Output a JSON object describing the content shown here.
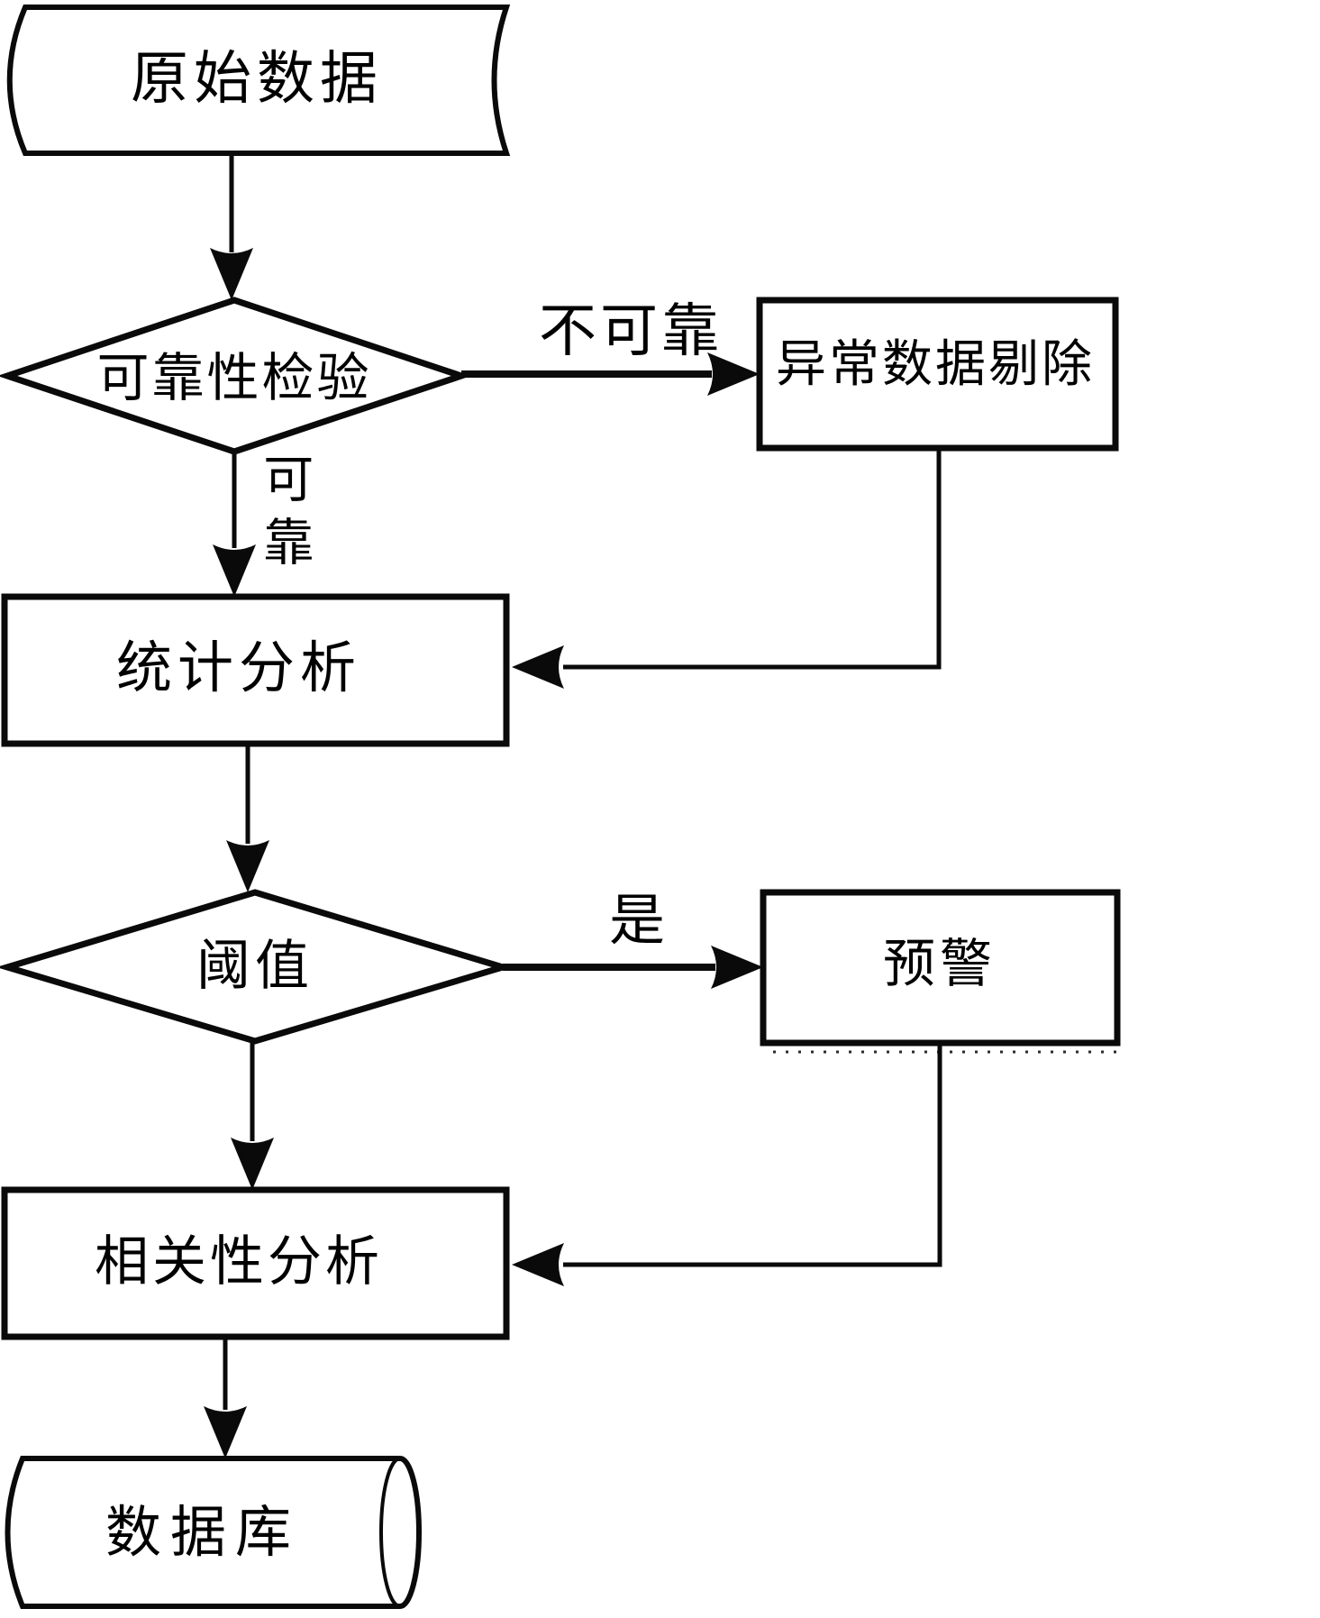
{
  "figure": {
    "kind": "flowchart",
    "background_color": "#ffffff",
    "line_color": "#0a0a0a",
    "nodes": {
      "raw_data": {
        "label": "原始数据",
        "shape": "stored-data"
      },
      "reliability_check": {
        "label": "可靠性检验",
        "shape": "decision-diamond"
      },
      "abnormal_removal": {
        "label": "异常数据剔除",
        "shape": "process-box"
      },
      "statistical_analysis": {
        "label": "统计分析",
        "shape": "process-box"
      },
      "threshold": {
        "label": "阈值",
        "shape": "decision-diamond"
      },
      "warning": {
        "label": "预警",
        "shape": "process-box"
      },
      "correlation_analysis": {
        "label": "相关性分析",
        "shape": "process-box"
      },
      "database": {
        "label": "数据库",
        "shape": "cylinder"
      }
    },
    "edges": [
      {
        "from": "raw_data",
        "to": "reliability_check",
        "label": ""
      },
      {
        "from": "reliability_check",
        "to": "abnormal_removal",
        "label": "不可靠"
      },
      {
        "from": "reliability_check",
        "to": "statistical_analysis",
        "label": "可靠"
      },
      {
        "from": "abnormal_removal",
        "to": "statistical_analysis",
        "label": ""
      },
      {
        "from": "statistical_analysis",
        "to": "threshold",
        "label": ""
      },
      {
        "from": "threshold",
        "to": "warning",
        "label": "是"
      },
      {
        "from": "threshold",
        "to": "correlation_analysis",
        "label": ""
      },
      {
        "from": "warning",
        "to": "correlation_analysis",
        "label": ""
      },
      {
        "from": "correlation_analysis",
        "to": "database",
        "label": ""
      }
    ]
  }
}
